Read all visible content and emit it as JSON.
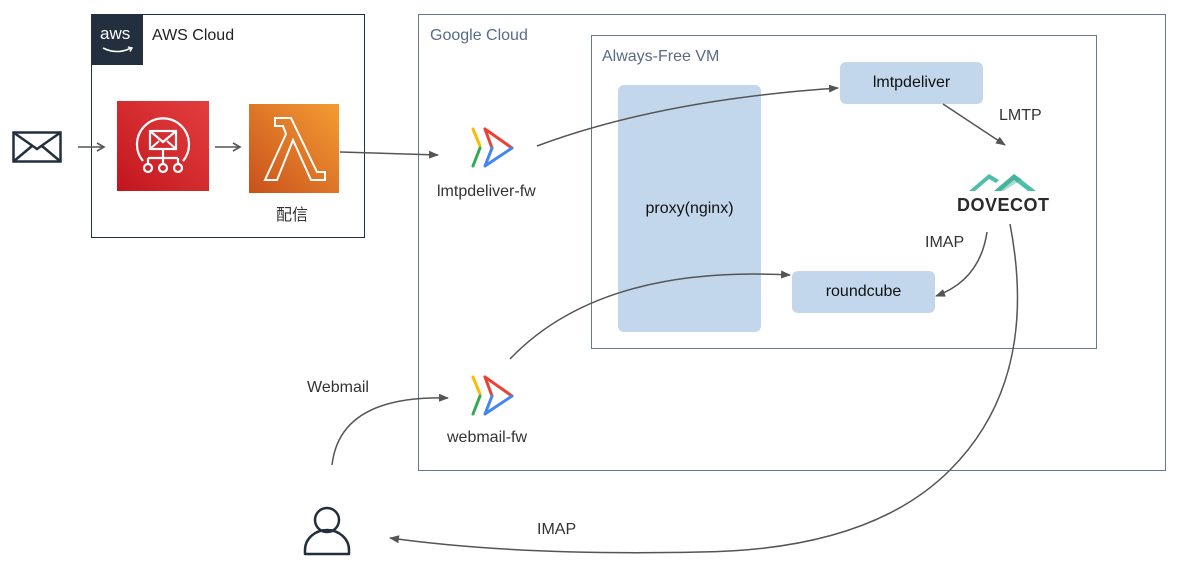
{
  "diagram": {
    "aws": {
      "logo_text": "aws",
      "title": "AWS Cloud",
      "ses_icon": "ses-mail-icon",
      "lambda_icon": "lambda-icon",
      "lambda_label": "配信"
    },
    "sender_icon": "envelope-icon",
    "google_cloud": {
      "title": "Google Cloud",
      "firewall_lmtp_label": "lmtpdeliver-fw",
      "firewall_webmail_label": "webmail-fw",
      "vm": {
        "title": "Always-Free VM",
        "proxy_label": "proxy(nginx)",
        "lmtpdeliver_label": "lmtpdeliver",
        "roundcube_label": "roundcube",
        "dovecot_label": "DOVECOT"
      }
    },
    "edges": {
      "lmtp_label": "LMTP",
      "imap_internal_label": "IMAP",
      "webmail_label": "Webmail",
      "imap_external_label": "IMAP"
    },
    "user_icon": "user-icon",
    "colors": {
      "aws_dark": "#232f3e",
      "ses_red": "#d13212",
      "lambda_orange": "#e07b1f",
      "box_fill": "#c3d7ec",
      "container_border": "#69788f",
      "container_title": "#5a6b86",
      "dovecot_teal": "#4dbfa8",
      "google_red": "#ea4335",
      "google_blue": "#4285f4",
      "google_yellow": "#fbbc04",
      "google_green": "#34a853"
    }
  }
}
